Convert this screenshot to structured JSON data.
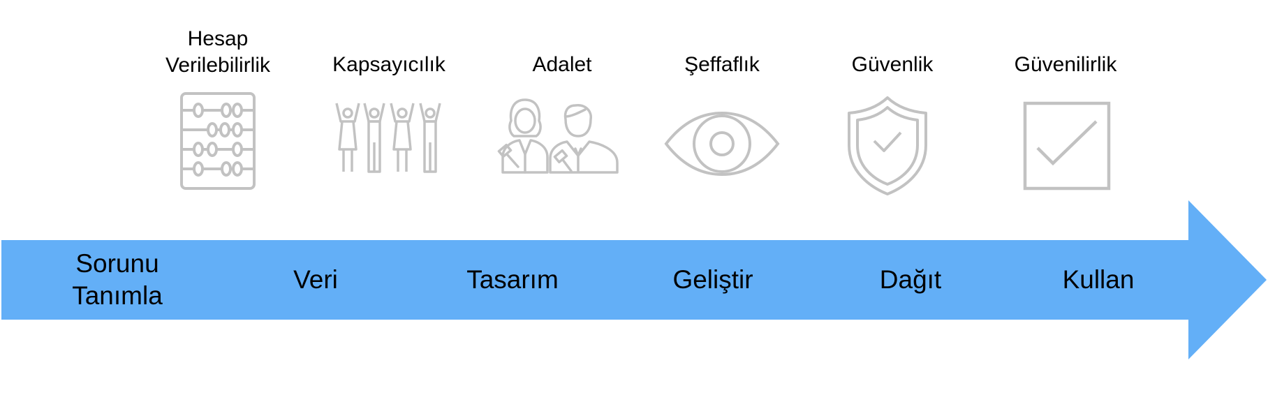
{
  "principles": [
    {
      "label": "Hesap\nVerilebilirlik",
      "icon": "abacus-icon"
    },
    {
      "label": "Kapsayıcılık",
      "icon": "people-group-icon"
    },
    {
      "label": "Adalet",
      "icon": "judge-and-lawyer-icon"
    },
    {
      "label": "Şeffaflık",
      "icon": "eye-icon"
    },
    {
      "label": "Güvenlik",
      "icon": "shield-check-icon"
    },
    {
      "label": "Güvenilirlik",
      "icon": "checkbox-icon"
    }
  ],
  "stages": [
    {
      "label": "Sorunu\nTanımla"
    },
    {
      "label": "Veri"
    },
    {
      "label": "Tasarım"
    },
    {
      "label": "Geliştir"
    },
    {
      "label": "Dağıt"
    },
    {
      "label": "Kullan"
    }
  ],
  "colors": {
    "arrow": "#63aff7",
    "icon_stroke": "#c2c2c2",
    "text": "#000000",
    "background": "#ffffff"
  }
}
